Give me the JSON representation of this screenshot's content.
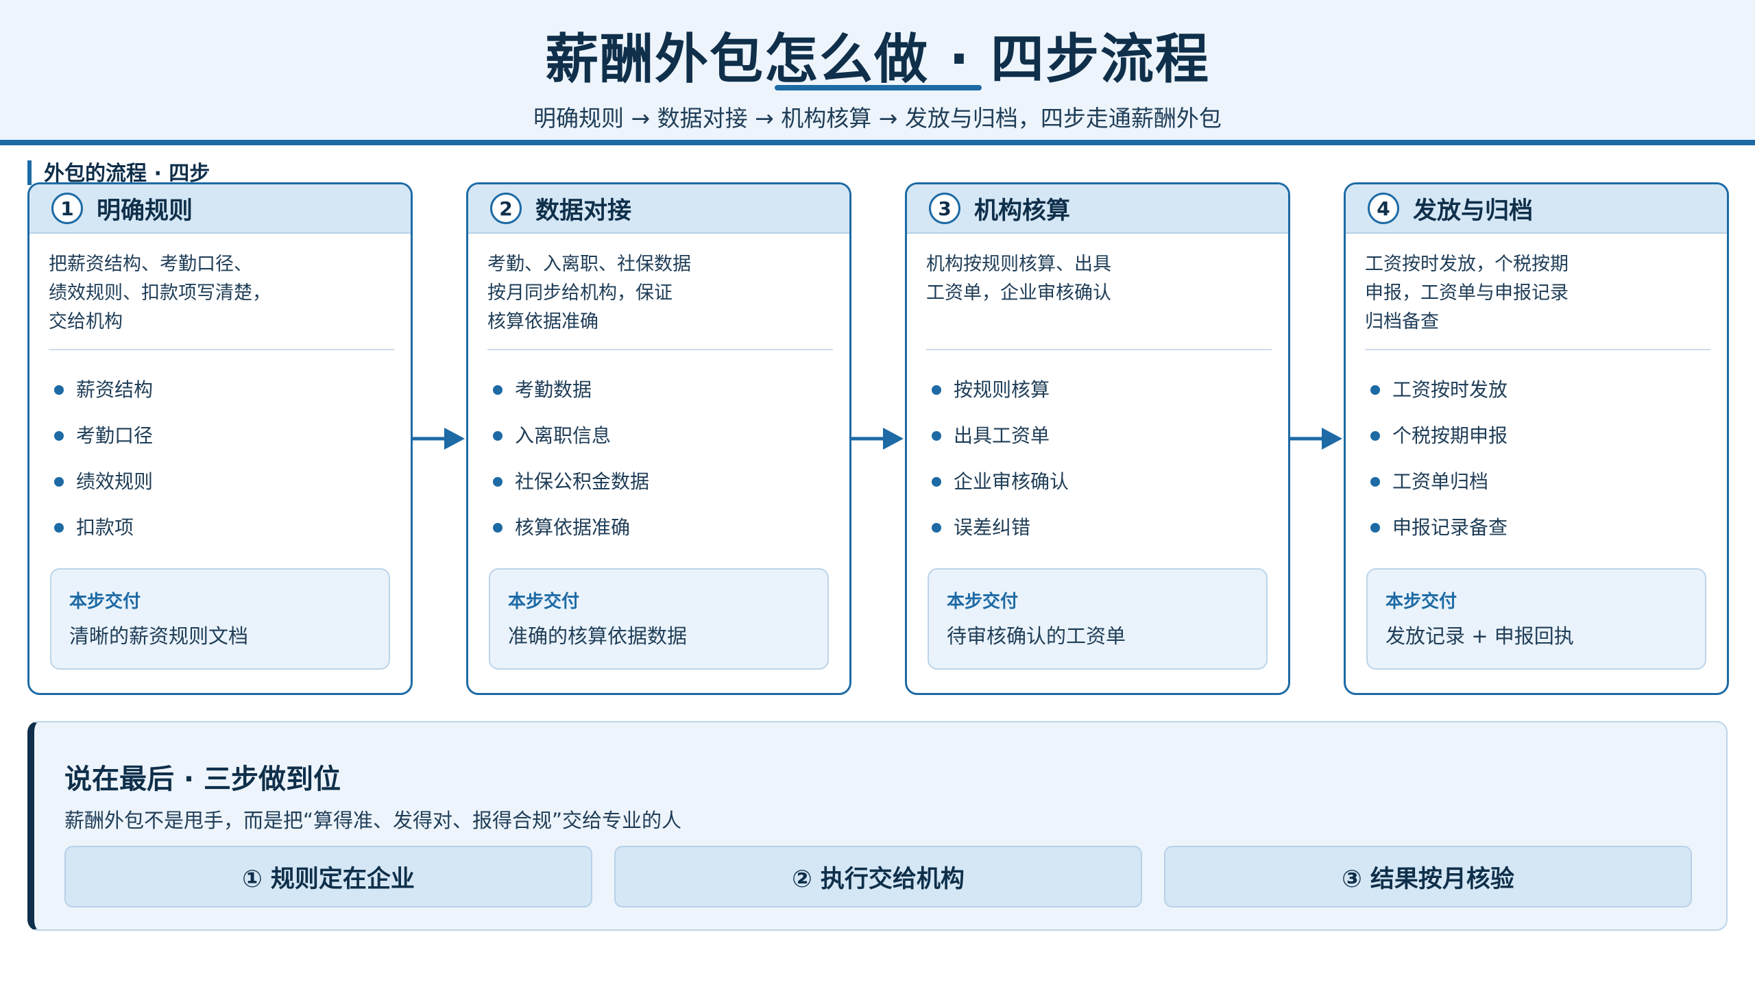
{
  "header": {
    "title": "薪酬外包怎么做 · 四步流程",
    "subtitle": "明确规则 → 数据对接 → 机构核算 → 发放与归档，四步走通薪酬外包"
  },
  "section_label": "外包的流程 · 四步",
  "steps": [
    {
      "num": "1",
      "title": "明确规则",
      "desc": [
        "把薪资结构、考勤口径、",
        "绩效规则、扣款项写清楚，",
        "交给机构"
      ],
      "bullets": [
        "薪资结构",
        "考勤口径",
        "绩效规则",
        "扣款项"
      ],
      "deliver_label": "本步交付",
      "deliver_value": "清晰的薪资规则文档"
    },
    {
      "num": "2",
      "title": "数据对接",
      "desc": [
        "考勤、入离职、社保数据",
        "按月同步给机构，保证",
        "核算依据准确"
      ],
      "bullets": [
        "考勤数据",
        "入离职信息",
        "社保公积金数据",
        "核算依据准确"
      ],
      "deliver_label": "本步交付",
      "deliver_value": "准确的核算依据数据"
    },
    {
      "num": "3",
      "title": "机构核算",
      "desc": [
        "机构按规则核算、出具",
        "工资单，企业审核确认",
        ""
      ],
      "bullets": [
        "按规则核算",
        "出具工资单",
        "企业审核确认",
        "误差纠错"
      ],
      "deliver_label": "本步交付",
      "deliver_value": "待审核确认的工资单"
    },
    {
      "num": "4",
      "title": "发放与归档",
      "desc": [
        "工资按时发放，个税按期",
        "申报，工资单与申报记录",
        "归档备查"
      ],
      "bullets": [
        "工资按时发放",
        "个税按期申报",
        "工资单归档",
        "申报记录备查"
      ],
      "deliver_label": "本步交付",
      "deliver_value": "发放记录 + 申报回执"
    }
  ],
  "summary": {
    "title": "说在最后 · 三步做到位",
    "text": "薪酬外包不是甩手，而是把“算得准、发得对、报得合规”交给专业的人",
    "pills": [
      "① 规则定在企业",
      "② 执行交给机构",
      "③ 结果按月核验"
    ]
  },
  "colors": {
    "accent": "#1d6aa5",
    "dark": "#0f2f4a",
    "header_bg": "#edf4fb",
    "card_head_bg": "#d5e7f5"
  }
}
